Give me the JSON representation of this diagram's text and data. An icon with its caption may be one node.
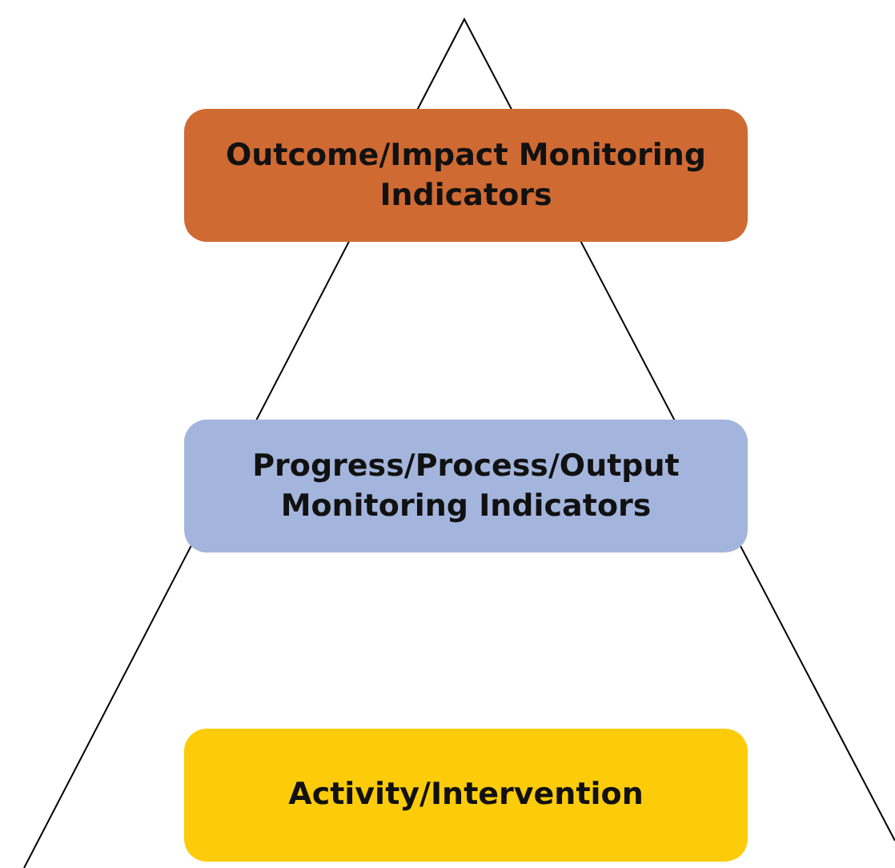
{
  "diagram": {
    "nodes": [
      {
        "text": [
          "Outcome/Impact Monitoring Indicators"
        ]
      },
      {
        "text": [
          "Progress/Process/Output Monitoring Indicators"
        ]
      },
      {
        "text": [
          "Activity/Intervention"
        ]
      }
    ]
  }
}
